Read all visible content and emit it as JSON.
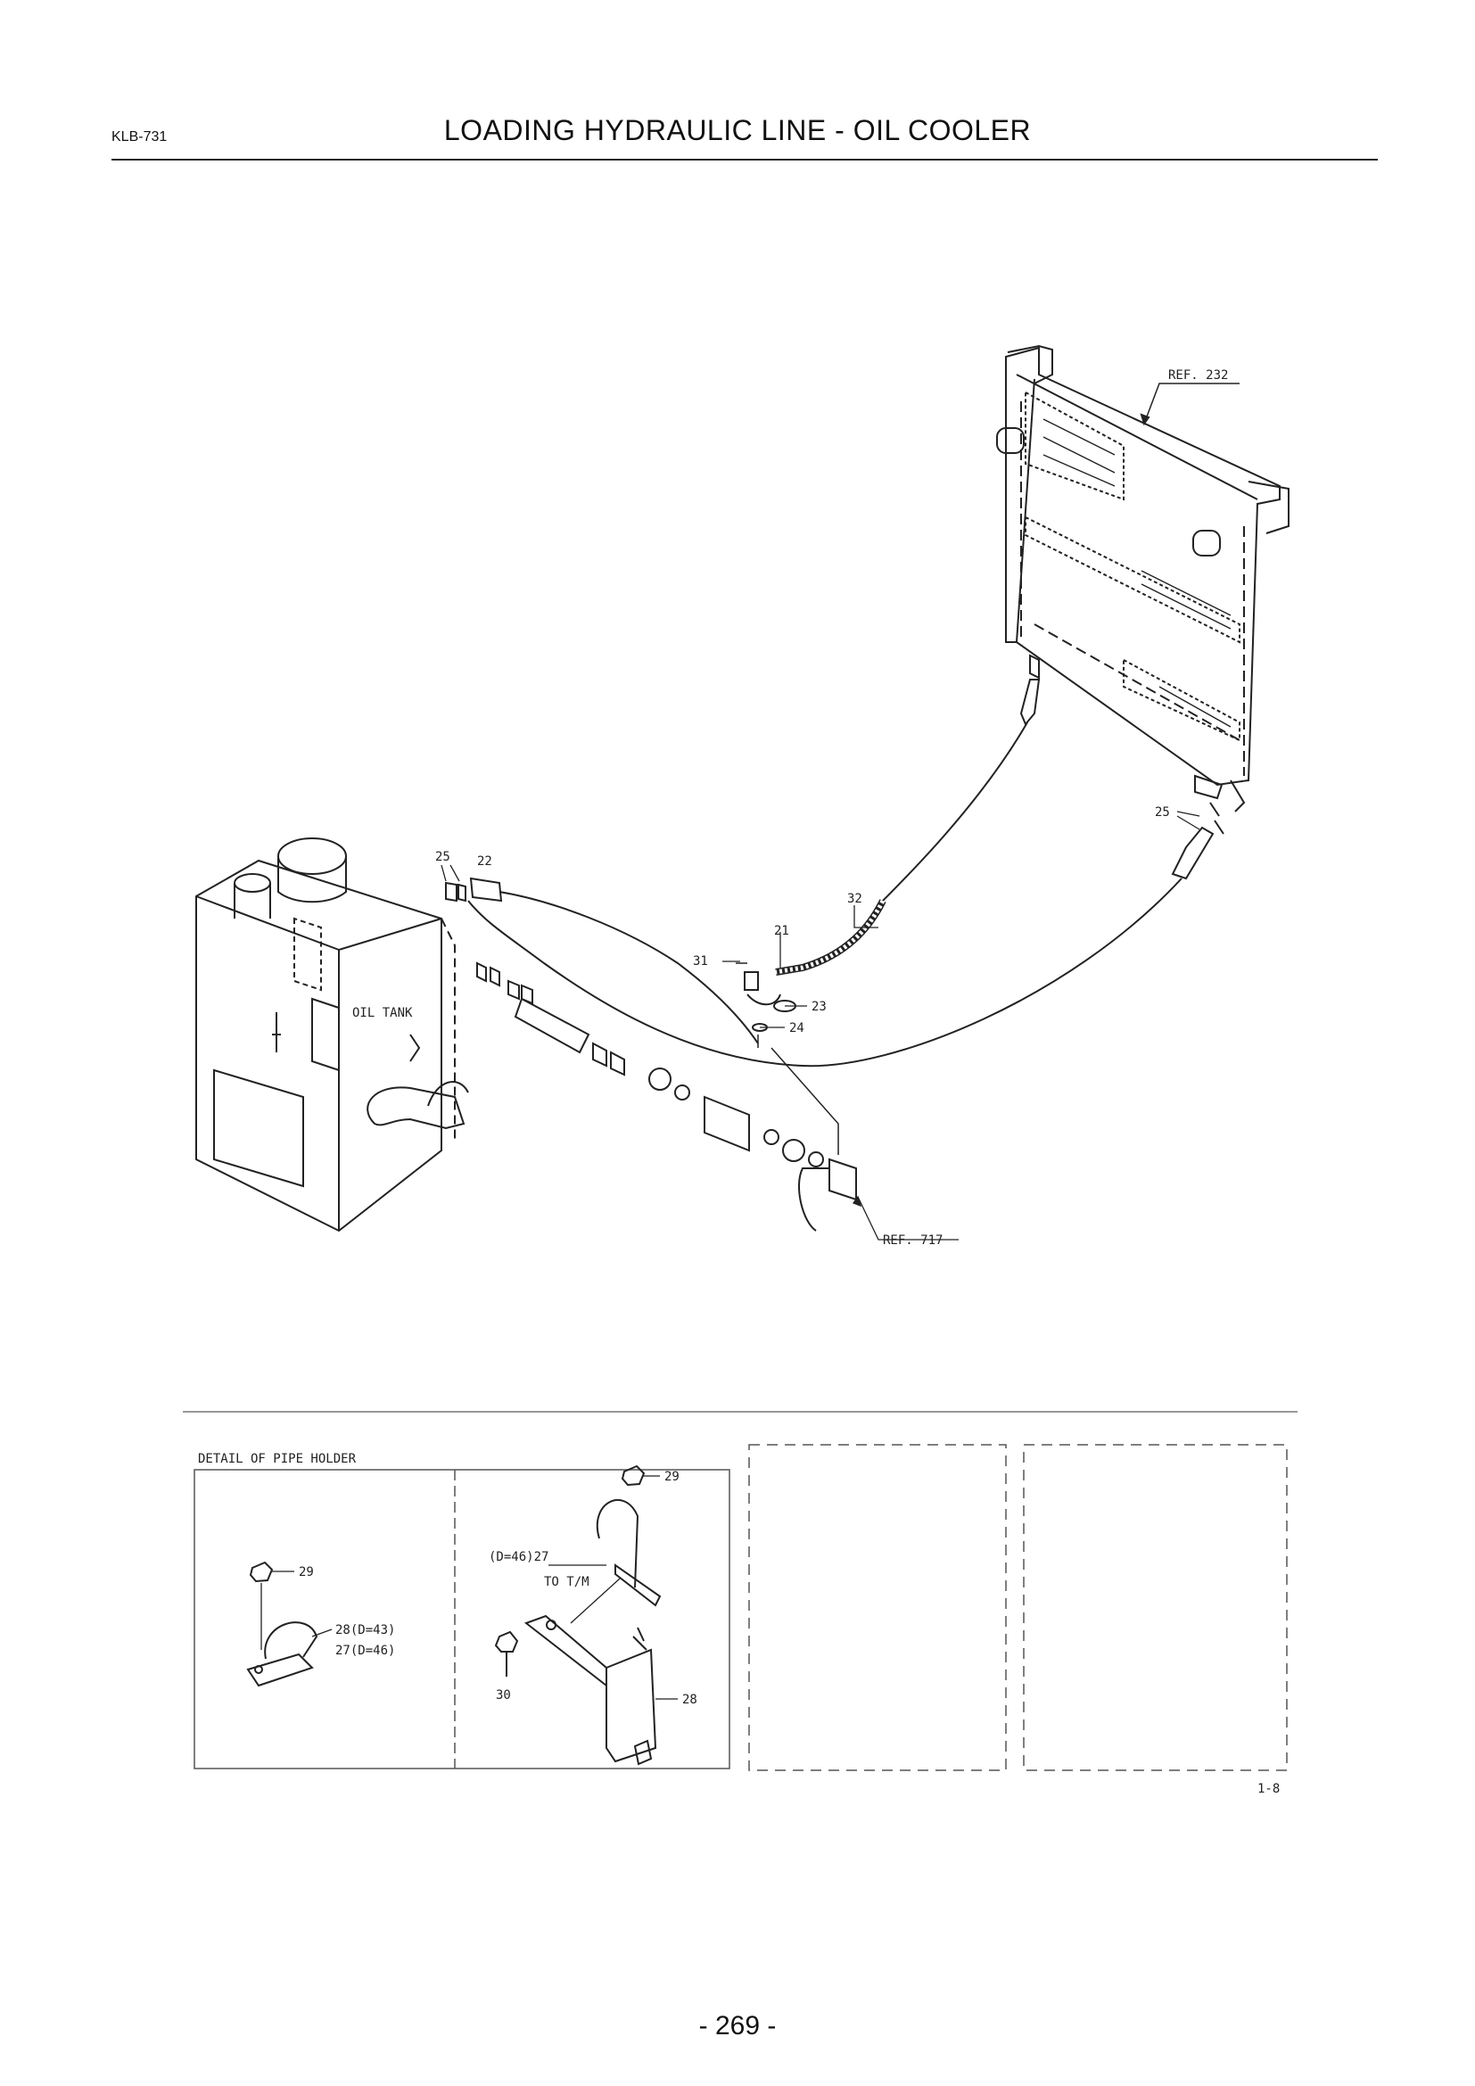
{
  "header": {
    "code": "KLB-731",
    "title": "LOADING HYDRAULIC LINE - OIL COOLER"
  },
  "diagram": {
    "refs": {
      "radiator": "REF. 232",
      "valve": "REF. 717"
    },
    "oil_tank_label": "OIL TANK",
    "callouts": {
      "c25_upper": "25",
      "c22": "22",
      "c32": "32",
      "c21": "21",
      "c31": "31",
      "c23": "23",
      "c24": "24",
      "c25_right": "25"
    }
  },
  "detail": {
    "title": "DETAIL OF PIPE HOLDER",
    "left": {
      "c29": "29",
      "c28": "28(D=43)",
      "c27": "27(D=46)"
    },
    "right": {
      "c29": "29",
      "c27": "(D=46)27",
      "to_tm": "TO T/M",
      "c30": "30",
      "c28": "28"
    },
    "sheet_code": "1-8"
  },
  "footer": {
    "page_number": "- 269 -"
  }
}
